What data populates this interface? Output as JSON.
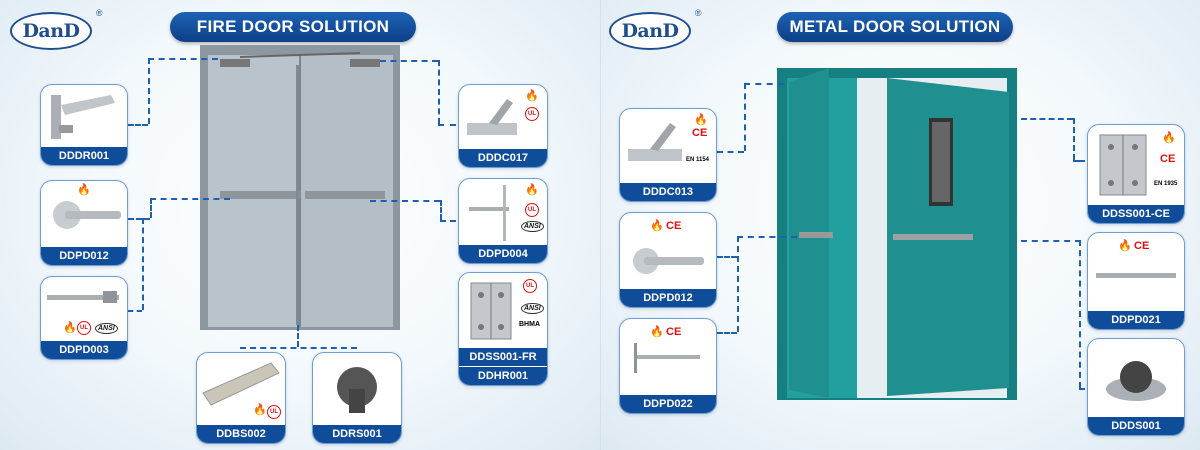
{
  "left": {
    "logo": "DanD",
    "registered": "®",
    "title": "FIRE DOOR SOLUTION",
    "products": {
      "p1": "DDDR001",
      "p2": "DDPD012",
      "p3": "DDPD003",
      "p4": "DDDC017",
      "p5": "DDPD004",
      "p6a": "DDSS001-FR",
      "p6b": "DDHR001",
      "p7": "DDBS002",
      "p8": "DDRS001"
    },
    "marks": {
      "ansi": "ANSI",
      "bhma": "BHMA",
      "ul": "UL"
    }
  },
  "right": {
    "logo": "DanD",
    "registered": "®",
    "title": "METAL DOOR SOLUTION",
    "products": {
      "p1": "DDDC013",
      "p2": "DDPD012",
      "p3": "DDPD022",
      "p4": "DDSS001-CE",
      "p5": "DDPD021",
      "p6": "DDDS001"
    },
    "marks": {
      "ce": "CE",
      "en1154": "EN 1154",
      "en1935": "EN 1935"
    }
  },
  "colors": {
    "brand_blue": "#0f4c99",
    "door_grey": "#b8c3cc",
    "door_teal": "#1f8a8a"
  }
}
